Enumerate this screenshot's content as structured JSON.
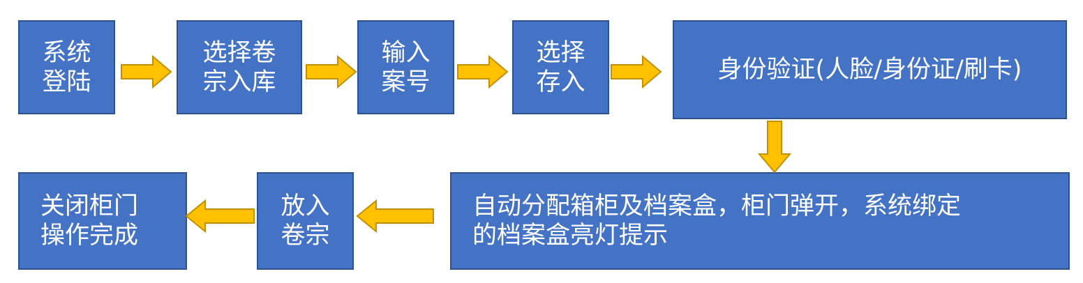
{
  "colors": {
    "box_fill": "#4472c4",
    "box_border": "#2f528f",
    "box_text": "#ffffff",
    "arrow_fill": "#ffc000",
    "arrow_stroke": "#bf9000"
  },
  "steps": {
    "login": {
      "line1": "系统",
      "line2": "登陆"
    },
    "select_archive": {
      "line1": "选择卷",
      "line2": "宗入库"
    },
    "enter_case": {
      "line1": "输入",
      "line2": "案号"
    },
    "select_deposit": {
      "line1": "选择",
      "line2": "存入"
    },
    "identity": {
      "line1": "身份验证(人脸/身份证/刷卡)"
    },
    "allocate": {
      "line1": "自动分配箱柜及档案盒，柜门弹开，系统绑定",
      "line2": "的档案盒亮灯提示"
    },
    "put_in": {
      "line1": "放入",
      "line2": "卷宗"
    },
    "close_door": {
      "line1": "关闭柜门",
      "line2": "操作完成"
    }
  },
  "connectors": [
    {
      "from": "login",
      "to": "select_archive",
      "direction": "right"
    },
    {
      "from": "select_archive",
      "to": "enter_case",
      "direction": "right"
    },
    {
      "from": "enter_case",
      "to": "select_deposit",
      "direction": "right"
    },
    {
      "from": "select_deposit",
      "to": "identity",
      "direction": "right"
    },
    {
      "from": "identity",
      "to": "allocate",
      "direction": "down"
    },
    {
      "from": "allocate",
      "to": "put_in",
      "direction": "left"
    },
    {
      "from": "put_in",
      "to": "close_door",
      "direction": "left"
    }
  ]
}
